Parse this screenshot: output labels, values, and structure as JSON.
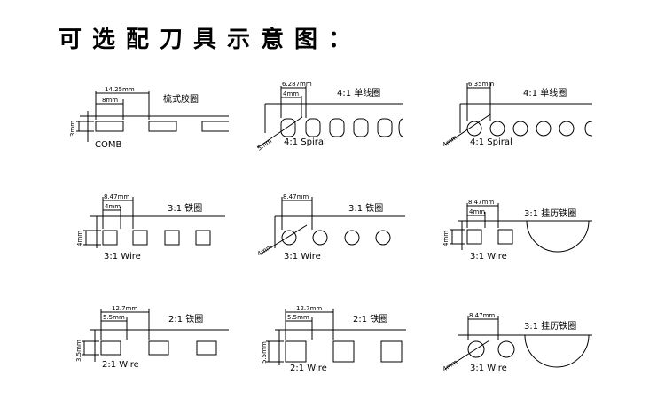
{
  "title": "可选配刀具示意图：",
  "panels": {
    "comb": {
      "outer_dim": "14.25mm",
      "inner_dim": "8mm",
      "height_dim": "3mm",
      "label": "梳式胶圈",
      "caption": "COMB"
    },
    "spiral_a": {
      "outer_dim": "6.287mm",
      "inner_dim": "4mm",
      "diag_dim": "5mm",
      "label": "4:1 单线圈",
      "caption": "4:1 Spiral"
    },
    "spiral_b": {
      "outer_dim": "6.35mm",
      "diag_dim": "4mm",
      "label": "4:1 单线圈",
      "caption": "4:1 Spiral"
    },
    "wire31_square": {
      "outer_dim": "8.47mm",
      "inner_dim": "4mm",
      "height_dim": "4mm",
      "label": "3:1 铁圈",
      "caption": "3:1 Wire"
    },
    "wire31_round": {
      "outer_dim": "8.47mm",
      "diag_dim": "4mm",
      "label": "3:1 铁圈",
      "caption": "3:1 Wire"
    },
    "calendar31": {
      "outer_dim": "8.47mm",
      "inner_dim": "4mm",
      "height_dim": "4mm",
      "label": "3:1 挂历铁圈",
      "caption": "3:1 Wire"
    },
    "wire21_a": {
      "outer_dim": "12.7mm",
      "inner_dim": "5.5mm",
      "height_dim": "3.5mm",
      "label": "2:1 铁圈",
      "caption": "2:1 Wire"
    },
    "wire21_b": {
      "outer_dim": "12.7mm",
      "inner_dim": "5.5mm",
      "height_dim": "5.5mm",
      "label": "2:1 铁圈",
      "caption": "2:1 Wire"
    },
    "calendar31_round": {
      "outer_dim": "8.47mm",
      "diag_dim": "4mm",
      "label": "3:1 挂历铁圈",
      "caption": "3:1 Wire"
    }
  }
}
